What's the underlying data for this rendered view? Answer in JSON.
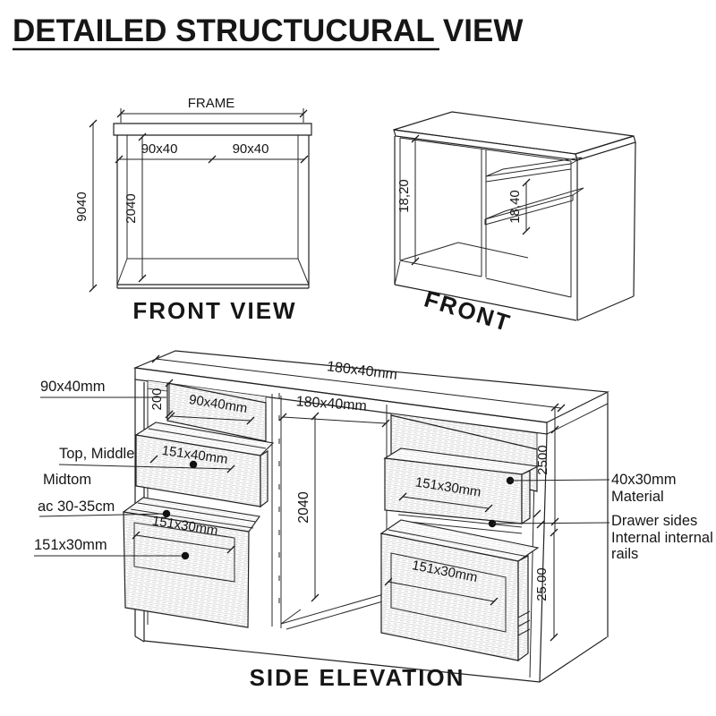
{
  "title": "DETAILED STRUCTUCURAL VIEW",
  "front_view": {
    "caption": "FRONT VIEW",
    "frame_label": "FRAME",
    "width_left": "90x40",
    "width_right": "90x40",
    "height_outer": "9040",
    "height_inner": "2040"
  },
  "front_iso": {
    "caption": "FRONT",
    "height": "18,20",
    "shelf": "18,40"
  },
  "side": {
    "caption": "SIDE ELEVATION",
    "top_dim": "180x40mm",
    "mid_dim": "180x40mm",
    "mid_height": "2040",
    "labels_left": [
      "90x40mm",
      "Top, Middle",
      "Midtom",
      "ac 30-35cm",
      "151x30mm"
    ],
    "labels_right": [
      "40x30mm",
      "Material",
      "Drawer sides",
      "Internal internal",
      "rails"
    ],
    "dims_right": {
      "upper": "2500",
      "lower": "25.00"
    },
    "drawer_dims": {
      "l1": "90x40mm",
      "l1_h": "200",
      "l2": "151x40mm",
      "l3": "151x30mm",
      "r2": "151x30mm",
      "r3": "151x30mm"
    }
  }
}
